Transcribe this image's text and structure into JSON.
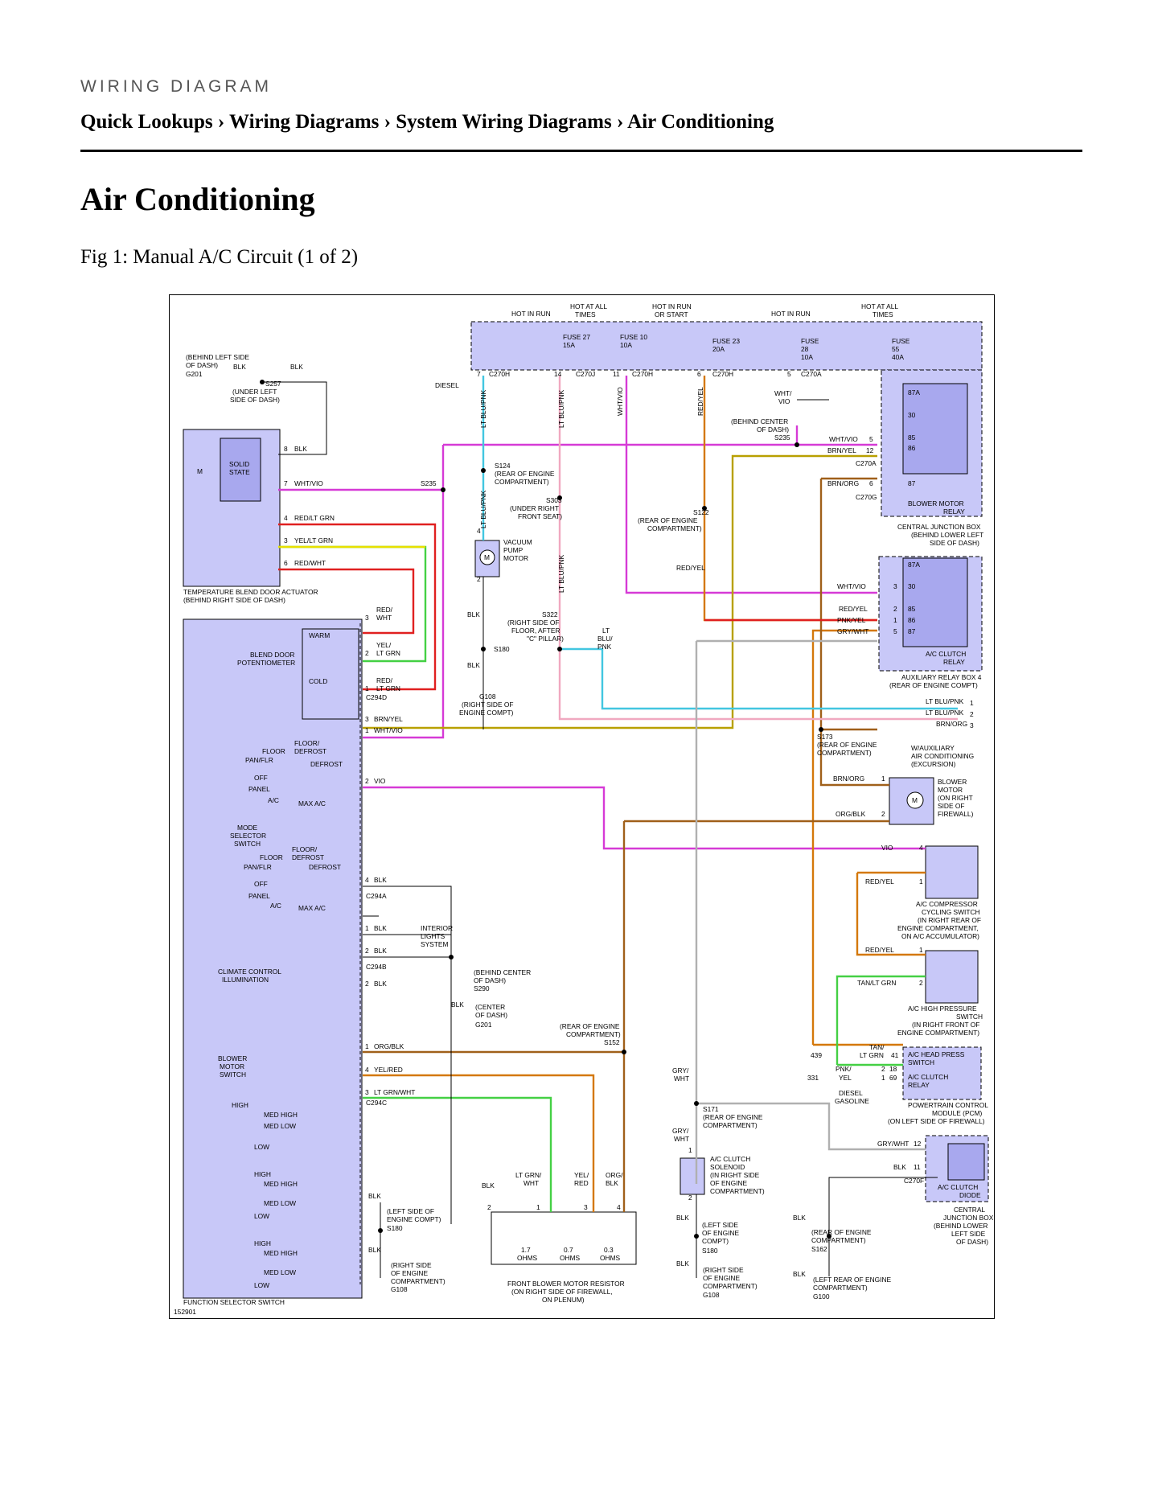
{
  "page": {
    "kicker": "WIRING DIAGRAM",
    "breadcrumb": "Quick Lookups › Wiring Diagrams › System Wiring Diagrams › Air Conditioning",
    "title": "Air Conditioning",
    "figure_caption": "Fig 1: Manual A/C Circuit (1 of 2)"
  },
  "colors": {
    "module_fill": "#c8c8f8",
    "module_inner": "#a8a8ee",
    "magenta": "#d63ad6",
    "orange": "#d4780a",
    "brown": "#a0601a",
    "cyan": "#42c6e0",
    "pink": "#f0a8c0",
    "yellow": "#e8e000",
    "green": "#44d044",
    "red": "#e02020",
    "olive": "#b8a000",
    "gray": "#b0b0b0"
  },
  "diagram": {
    "fuse_headers": {
      "h1": "HOT IN RUN",
      "h2a": "HOT AT ALL",
      "h2b": "TIMES",
      "h3a": "HOT IN RUN",
      "h3b": "OR START",
      "h4": "HOT IN RUN",
      "h5a": "HOT AT ALL",
      "h5b": "TIMES"
    },
    "fuses": {
      "f27a": "FUSE 27",
      "f27b": "15A",
      "f10a": "FUSE 10",
      "f10b": "10A",
      "f23a": "FUSE 23",
      "f23b": "20A",
      "f28a": "FUSE",
      "f28b": "28",
      "f28c": "10A",
      "f55a": "FUSE",
      "f55b": "55",
      "f55c": "40A"
    },
    "connectors": {
      "c270h": "C270H",
      "c270j": "C270J",
      "c270h2": "C270H",
      "c270h3": "C270H",
      "c270a": "C270A",
      "c270a2": "C270A",
      "c270g": "C270G",
      "c294d": "C294D",
      "c294a": "C294A",
      "c294b": "C294B",
      "c294c": "C294C",
      "c270f": "C270F",
      "p7": "7",
      "p14": "14",
      "p11": "11",
      "p6": "6",
      "p5": "5",
      "diesel": "DIESEL"
    },
    "wires": {
      "w1": "LT BLU/PNK",
      "w2": "LT BLU/PNK",
      "w3": "WHT/VIO",
      "w4": "RED/YEL",
      "w5a": "WHT/",
      "w5b": "VIO",
      "w6": "LT BLU/PNK",
      "w7": "LT BLU/PNK"
    },
    "left": {
      "g201a": "(BEHIND LEFT SIDE",
      "g201b": "OF DASH)",
      "g201c": "G201",
      "blk1": "BLK",
      "blk2": "BLK",
      "s257": "S257",
      "s257a": "(UNDER LEFT",
      "s257b": "SIDE OF DASH)",
      "solid1": "SOLID",
      "solid2": "STATE",
      "m": "M",
      "p8": "8",
      "p8w": "BLK",
      "p7": "7",
      "p7w": "WHT/VIO",
      "s235": "S235",
      "p4": "4",
      "p4w": "RED/LT GRN",
      "p3": "3",
      "p3w": "YEL/LT GRN",
      "p6": "6",
      "p6w": "RED/WHT",
      "tbd1": "TEMPERATURE BLEND DOOR ACTUATOR",
      "tbd2": "(BEHIND RIGHT SIDE OF DASH)"
    },
    "fss": {
      "warm": "WARM",
      "cold": "COLD",
      "bd1": "BLEND DOOR",
      "bd2": "POTENTIOMETER",
      "r3a": "RED/",
      "r3b": "WHT",
      "n3": "3",
      "r2a": "YEL/",
      "r2b": "LT GRN",
      "n2": "2",
      "r1a": "RED/",
      "r1b": "LT GRN",
      "n1": "1",
      "a3": "3",
      "a3w": "BRN/YEL",
      "a1": "1",
      "a1w": "WHT/VIO",
      "floor": "FLOOR",
      "floordef1": "FLOOR/",
      "floordef2": "DEFROST",
      "panflr": "PAN/FLR",
      "defrost": "DEFROST",
      "off": "OFF",
      "panel": "PANEL",
      "ac": "A/C",
      "maxac": "MAX A/C",
      "msw1": "MODE",
      "msw2": "SELECTOR",
      "msw3": "SWITCH",
      "floor2": "FLOOR",
      "floordef3": "FLOOR/",
      "floordef4": "DEFROST",
      "panflr2": "PAN/FLR",
      "defrost2": "DEFROST",
      "off2": "OFF",
      "panel2": "PANEL",
      "ac2": "A/C",
      "maxac2": "MAX A/C",
      "b2": "2",
      "b2w": "VIO",
      "b4": "4",
      "b4w": "BLK",
      "c1": "1",
      "c1w": "BLK",
      "c2": "2",
      "c2w": "BLK",
      "c2b": "2",
      "c2bw": "BLK",
      "ccl1": "CLIMATE CONTROL",
      "ccl2": "ILLUMINATION",
      "il1": "INTERIOR",
      "il2": "LIGHTS",
      "il3": "SYSTEM",
      "d1": "1",
      "d1w": "ORG/BLK",
      "d4": "4",
      "d4w": "YEL/RED",
      "d3": "3",
      "d3w": "LT GRN/WHT",
      "bms1": "BLOWER",
      "bms2": "MOTOR",
      "bms3": "SWITCH",
      "high": "HIGH",
      "medhigh": "MED HIGH",
      "medlow": "MED LOW",
      "low": "LOW",
      "high2": "HIGH",
      "medhigh2": "MED HIGH",
      "medlow2": "MED LOW",
      "low2": "LOW",
      "high3": "HIGH",
      "medhigh3": "MED HIGH",
      "medlow3": "MED LOW",
      "low3": "LOW",
      "fss": "FUNCTION SELECTOR SWITCH",
      "id": "152901"
    },
    "center": {
      "s124": "S124",
      "s124a": "(REAR OF ENGINE",
      "s124b": "COMPARTMENT)",
      "s303": "S303",
      "s303a": "(UNDER RIGHT",
      "s303b": "FRONT SEAT)",
      "p4": "4",
      "p2": "2",
      "vp1": "VACUUM",
      "vp2": "PUMP",
      "vp3": "MOTOR",
      "m": "M",
      "blk": "BLK",
      "s322": "S322",
      "s322a": "(RIGHT SIDE OF",
      "s322b": "FLOOR, AFTER",
      "s322c": "\"C\" PILLAR)",
      "lt1": "LT",
      "lt2": "BLU/",
      "lt3": "PNK",
      "s180": "S180",
      "blk2": "BLK",
      "g108": "G108",
      "g108a": "(RIGHT SIDE OF",
      "g108b": "ENGINE COMPT)",
      "s290a": "(BEHIND CENTER",
      "s290b": "OF DASH)",
      "s290": "S290",
      "blk3": "BLK",
      "g201a": "(CENTER",
      "g201b": "OF DASH)",
      "g201": "G201",
      "s152a": "(REAR OF ENGINE",
      "s152b": "COMPARTMENT)",
      "s152": "S152",
      "s122": "S122",
      "s122a": "(REAR OF ENGINE",
      "s122b": "COMPARTMENT)",
      "redyel": "RED/YEL"
    },
    "bottom": {
      "blk1": "BLK",
      "s180a": "(LEFT SIDE OF",
      "s180b": "ENGINE COMPT)",
      "s180": "S180",
      "blk2": "BLK",
      "g108a": "(RIGHT SIDE",
      "g108b": "OF ENGINE",
      "g108c": "COMPARTMENT)",
      "g108": "G108",
      "blk3": "BLK",
      "lg1": "LT GRN/",
      "lg2": "WHT",
      "yr1": "YEL/",
      "yr2": "RED",
      "ob1": "ORG/",
      "ob2": "BLK",
      "n2": "2",
      "n1": "1",
      "n3": "3",
      "n4": "4",
      "o17": "1.7",
      "o07": "0.7",
      "o03": "0.3",
      "ohms": "OHMS",
      "fbm1": "FRONT BLOWER MOTOR RESISTOR",
      "fbm2": "(ON RIGHT SIDE OF FIREWALL,",
      "fbm3": "ON PLENUM)",
      "gw1": "GRY/",
      "gw2": "WHT",
      "s171": "S171",
      "s171a": "(REAR OF ENGINE",
      "s171b": "COMPARTMENT)",
      "gw3": "GRY/",
      "gw4": "WHT",
      "p1": "1",
      "p2": "2",
      "acs1": "A/C CLUTCH",
      "acs2": "SOLENOID",
      "acs3": "(IN RIGHT SIDE",
      "acs4": "OF ENGINE",
      "acs5": "COMPARTMENT)",
      "blk4": "BLK",
      "s180c": "(LEFT SIDE",
      "s180d": "OF ENGINE",
      "s180e": "COMPT)",
      "s180f": "S180",
      "blk5": "BLK",
      "g108d": "(RIGHT SIDE",
      "g108e": "OF ENGINE",
      "g108f": "COMPARTMENT)",
      "g108g": "G108",
      "blk6": "BLK",
      "s162a": "(REAR OF ENGINE",
      "s162b": "COMPARTMENT)",
      "s162": "S162",
      "blk7": "BLK",
      "g100a": "(LEFT REAR OF ENGINE",
      "g100b": "COMPARTMENT)",
      "g100": "G100"
    },
    "right": {
      "s235a": "(BEHIND CENTER",
      "s235b": "OF DASH)",
      "s235": "S235",
      "wv": "WHT/VIO",
      "n5": "5",
      "by": "BRN/YEL",
      "n12": "12",
      "bo": "BRN/ORG",
      "n6": "6",
      "r87a": "87A",
      "r30": "30",
      "r85": "85",
      "r86": "86",
      "r87": "87",
      "bmr1": "BLOWER MOTOR",
      "bmr2": "RELAY",
      "cjb1": "CENTRAL JUNCTION BOX",
      "cjb2": "(BEHIND LOWER LEFT",
      "cjb3": "SIDE OF DASH)",
      "wv2": "WHT/VIO",
      "n3": "3",
      "ry": "RED/YEL",
      "n2": "2",
      "pkyl": "PNK/YEL",
      "n1": "1",
      "gw": "GRY/WHT",
      "n5b": "5",
      "a87a": "87A",
      "a30": "30",
      "a85": "85",
      "a86": "86",
      "a87": "87",
      "acr1": "A/C CLUTCH",
      "acr2": "RELAY",
      "arb1": "AUXILIARY RELAY BOX 4",
      "arb2": "(REAR OF ENGINE COMPT)",
      "lbp1": "LT BLU/PNK",
      "lbp2": "LT BLU/PNK",
      "bo2": "BRN/ORG",
      "m1": "1",
      "m2": "2",
      "m3": "3",
      "s173": "S173",
      "s173a": "(REAR OF ENGINE",
      "s173b": "COMPARTMENT)",
      "aux1": "W/AUXILIARY",
      "aux2": "AIR CONDITIONING",
      "aux3": "(EXCURSION)",
      "bo3": "BRN/ORG",
      "b1": "1",
      "ob": "ORG/BLK",
      "b2": "2",
      "m": "M",
      "bm1": "BLOWER",
      "bm2": "MOTOR",
      "bm3": "(ON RIGHT",
      "bm4": "SIDE OF",
      "bm5": "FIREWALL)",
      "vio": "VIO",
      "v4": "4",
      "ry2": "RED/YEL",
      "v1": "1",
      "cs1": "A/C COMPRESSOR",
      "cs2": "CYCLING SWITCH",
      "cs3": "(IN RIGHT REAR OF",
      "cs4": "ENGINE COMPARTMENT,",
      "cs5": "ON A/C ACCUMULATOR)",
      "ry3": "RED/YEL",
      "h1": "1",
      "tg": "TAN/LT GRN",
      "h2": "2",
      "hp1": "A/C HIGH PRESSURE",
      "hp2": "SWITCH",
      "hp3": "(IN RIGHT FRONT OF",
      "hp4": "ENGINE COMPARTMENT)",
      "n439": "439",
      "tg2a": "TAN/",
      "tg2b": "LT GRN",
      "n41": "41",
      "pk1": "PNK/",
      "pk2": "YEL",
      "n331": "331",
      "n18": "18",
      "n69": "69",
      "c2": "2",
      "c1": "1",
      "hps": "A/C HEAD PRESS",
      "hps2": "SWITCH",
      "acc1": "A/C CLUTCH",
      "acc2": "RELAY",
      "dsl": "DIESEL",
      "gas": "GASOLINE",
      "pcm1": "POWERTRAIN CONTROL",
      "pcm2": "MODULE (PCM)",
      "pcm3": "(ON LEFT SIDE OF FIREWALL)",
      "gw2": "GRY/WHT",
      "n12b": "12",
      "blk": "BLK",
      "n11": "11",
      "acd1": "A/C CLUTCH",
      "acd2": "DIODE",
      "cjb4": "CENTRAL",
      "cjb5": "JUNCTION BOX",
      "cjb6": "(BEHIND LOWER",
      "cjb7": "LEFT SIDE",
      "cjb8": "OF DASH)"
    }
  }
}
